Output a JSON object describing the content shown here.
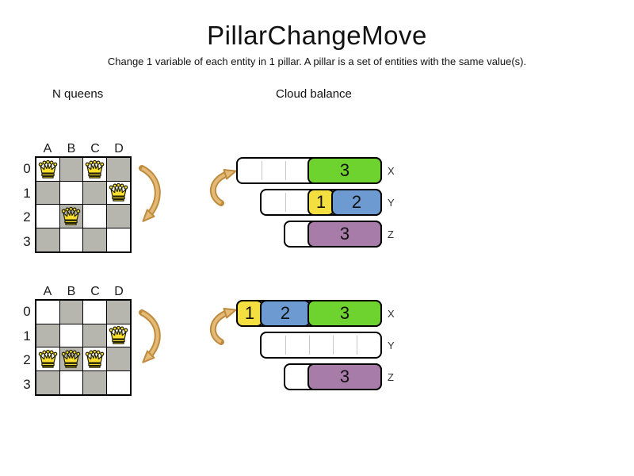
{
  "header": {
    "title": "PillarChangeMove",
    "subtitle": "Change 1 variable of each entity in 1 pillar. A pillar is a set of entities with the same value(s)."
  },
  "sections": {
    "nqueens": "N queens",
    "cloud": "Cloud balance"
  },
  "board": {
    "col_labels": [
      "A",
      "B",
      "C",
      "D"
    ],
    "row_labels": [
      "0",
      "1",
      "2",
      "3"
    ]
  },
  "states": [
    {
      "name": "before-move",
      "queens": [
        {
          "col": 0,
          "row": 0
        },
        {
          "col": 2,
          "row": 0
        },
        {
          "col": 3,
          "row": 1
        },
        {
          "col": 1,
          "row": 2
        }
      ],
      "computers": [
        {
          "label": "X",
          "capacity_units": 6,
          "free_units": 3,
          "processes": [
            {
              "value": "3",
              "units": 3,
              "color": "green"
            }
          ]
        },
        {
          "label": "Y",
          "capacity_units": 5,
          "free_units": 2,
          "processes": [
            {
              "value": "1",
              "units": 1,
              "color": "yellow"
            },
            {
              "value": "2",
              "units": 2,
              "color": "blue"
            }
          ]
        },
        {
          "label": "Z",
          "capacity_units": 4,
          "free_units": 1,
          "processes": [
            {
              "value": "3",
              "units": 3,
              "color": "purple"
            }
          ]
        }
      ]
    },
    {
      "name": "after-move",
      "queens": [
        {
          "col": 3,
          "row": 1
        },
        {
          "col": 0,
          "row": 2
        },
        {
          "col": 1,
          "row": 2
        },
        {
          "col": 2,
          "row": 2
        }
      ],
      "computers": [
        {
          "label": "X",
          "capacity_units": 6,
          "free_units": 0,
          "processes": [
            {
              "value": "1",
              "units": 1,
              "color": "yellow"
            },
            {
              "value": "2",
              "units": 2,
              "color": "blue"
            },
            {
              "value": "3",
              "units": 3,
              "color": "green"
            }
          ]
        },
        {
          "label": "Y",
          "capacity_units": 5,
          "free_units": 5,
          "processes": []
        },
        {
          "label": "Z",
          "capacity_units": 4,
          "free_units": 1,
          "processes": [
            {
              "value": "3",
              "units": 3,
              "color": "purple"
            }
          ]
        }
      ]
    }
  ],
  "icons": {
    "queen": "queen-icon",
    "move_down_arrow": "curved-arrow-down-icon",
    "move_up_arrow": "curved-arrow-up-icon"
  },
  "colors": {
    "green": "#6ed32e",
    "yellow": "#f4df40",
    "blue": "#6d9bd1",
    "purple": "#a87ca8",
    "board_gray": "#b6b6ae",
    "queen_gold": "#fbdf2c",
    "arrow_fill": "#e3ba76",
    "arrow_outline": "#bf8b3f"
  }
}
